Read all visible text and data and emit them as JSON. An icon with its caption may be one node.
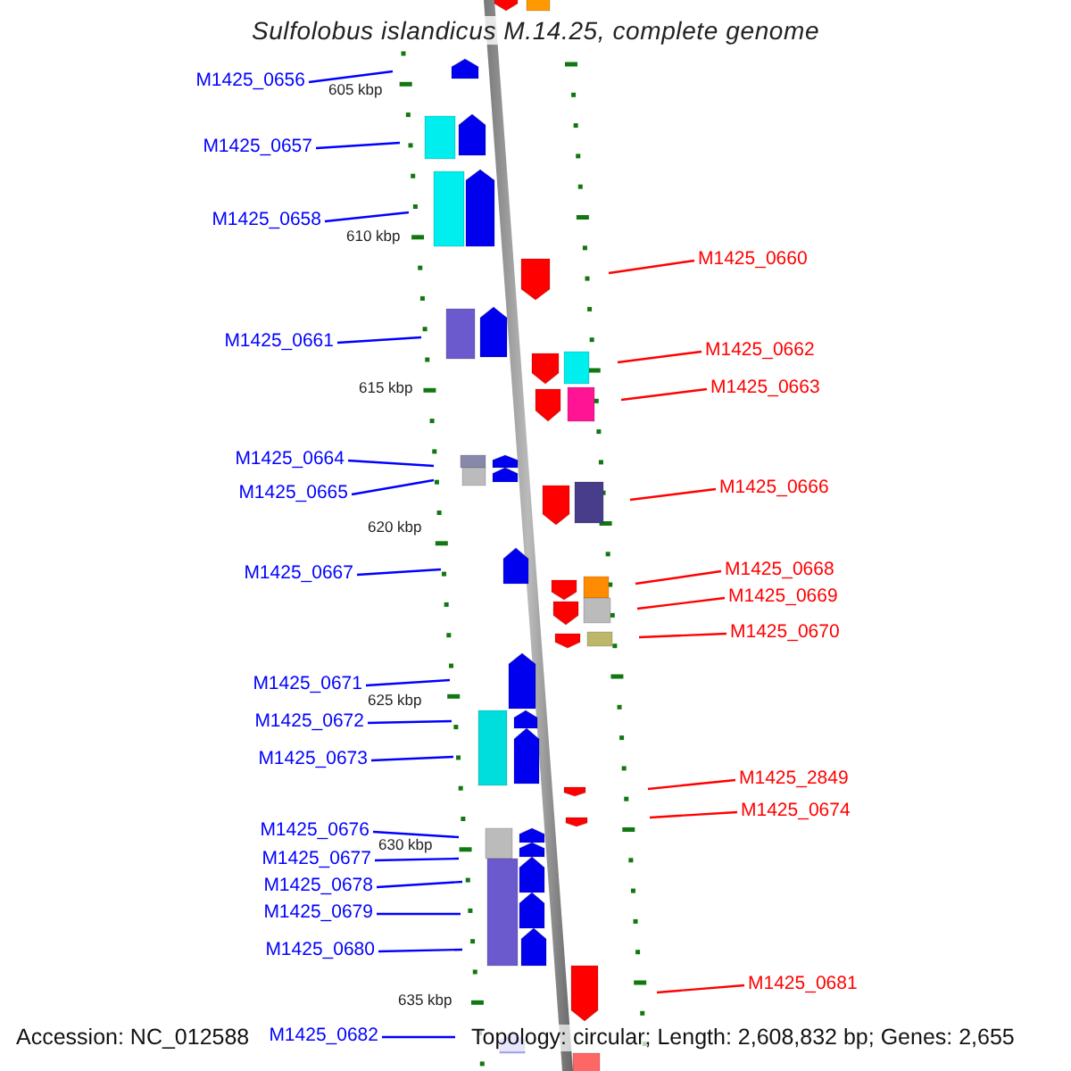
{
  "diagram": {
    "title": "Sulfolobus islandicus M.14.25, complete genome",
    "nodes": [
      {
        "text": [
          "M1425_0656"
        ]
      },
      {
        "text": [
          "M1425_0657"
        ]
      },
      {
        "text": [
          "M1425_0658"
        ]
      },
      {
        "text": [
          "M1425_0660"
        ]
      },
      {
        "text": [
          "M1425_0661"
        ]
      },
      {
        "text": [
          "M1425_0662"
        ]
      },
      {
        "text": [
          "M1425_0663"
        ]
      },
      {
        "text": [
          "M1425_0664"
        ]
      },
      {
        "text": [
          "M1425_0666"
        ]
      },
      {
        "text": [
          "M1425_0665"
        ]
      },
      {
        "text": [
          "M1425_0668"
        ]
      },
      {
        "text": [
          "M1425_0667"
        ]
      },
      {
        "text": [
          "M1425_0669"
        ]
      },
      {
        "text": [
          "M1425_0670"
        ]
      },
      {
        "text": [
          "M1425_0671"
        ]
      },
      {
        "text": [
          "M1425_0672"
        ]
      },
      {
        "text": [
          "M1425_0673"
        ]
      },
      {
        "text": [
          "M1425_2849"
        ]
      },
      {
        "text": [
          "M1425_0674"
        ]
      },
      {
        "text": [
          "M1425_0676"
        ]
      },
      {
        "text": [
          "M1425_0677"
        ]
      },
      {
        "text": [
          "M1425_0678"
        ]
      },
      {
        "text": [
          "M1425_0679"
        ]
      },
      {
        "text": [
          "M1425_0680"
        ]
      },
      {
        "text": [
          "M1425_0681"
        ]
      },
      {
        "text": [
          "M1425_0682"
        ]
      }
    ],
    "edges": [
      {
        "from": 0,
        "to": null,
        "arrow": "none"
      },
      {
        "from": 1,
        "to": null,
        "arrow": "none"
      },
      {
        "from": 2,
        "to": null,
        "arrow": "none"
      },
      {
        "from": 3,
        "to": null,
        "arrow": "none",
        "color": "#ff0000"
      },
      {
        "from": 4,
        "to": null,
        "arrow": "none"
      },
      {
        "from": 5,
        "to": null,
        "arrow": "none",
        "color": "#ff0000"
      },
      {
        "from": 6,
        "to": null,
        "arrow": "none",
        "color": "#ff0000"
      },
      {
        "from": 7,
        "to": null,
        "arrow": "none"
      },
      {
        "from": 8,
        "to": null,
        "arrow": "none",
        "color": "#ff0000"
      },
      {
        "from": 9,
        "to": null,
        "arrow": "none"
      },
      {
        "from": 10,
        "to": null,
        "arrow": "none",
        "color": "#ff0000"
      },
      {
        "from": 11,
        "to": null,
        "arrow": "none"
      },
      {
        "from": 12,
        "to": null,
        "arrow": "none",
        "color": "#ff0000"
      },
      {
        "from": 13,
        "to": null,
        "arrow": "none",
        "color": "#ff0000"
      },
      {
        "from": 14,
        "to": null,
        "arrow": "none"
      },
      {
        "from": 15,
        "to": null,
        "arrow": "none"
      },
      {
        "from": 16,
        "to": null,
        "arrow": "none"
      },
      {
        "from": 17,
        "to": null,
        "arrow": "none",
        "color": "#ff0000"
      },
      {
        "from": 18,
        "to": null,
        "arrow": "none",
        "color": "#ff0000"
      },
      {
        "from": 19,
        "to": null,
        "arrow": "none"
      },
      {
        "from": 20,
        "to": null,
        "arrow": "none"
      },
      {
        "from": 21,
        "to": null,
        "arrow": "none"
      },
      {
        "from": 22,
        "to": null,
        "arrow": "none"
      },
      {
        "from": 23,
        "to": null,
        "arrow": "none"
      },
      {
        "from": 24,
        "to": null,
        "arrow": "none",
        "color": "#ff0000"
      },
      {
        "from": 25,
        "to": null,
        "arrow": "none"
      }
    ],
    "labels": [
      "605 kbp",
      "610 kbp",
      "615 kbp",
      "620 kbp",
      "625 kbp",
      "630 kbp",
      "635 kbp",
      "Accession: NC_012588",
      "Topology: circular; Length: 2,608,832 bp; Genes: 2,655"
    ]
  }
}
